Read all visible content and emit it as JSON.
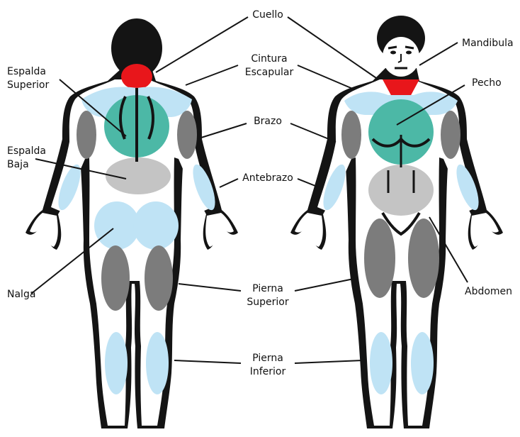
{
  "labels": {
    "cuello": "Cuello",
    "cintura": [
      "Cintura",
      "Escapular"
    ],
    "brazo": "Brazo",
    "antebrazo": "Antebrazo",
    "pierna_superior": [
      "Pierna",
      "Superior"
    ],
    "pierna_inferior": [
      "Pierna",
      "Inferior"
    ],
    "espalda_superior": [
      "Espalda",
      "Superior"
    ],
    "espalda_baja": [
      "Espalda",
      "Baja"
    ],
    "nalga": "Nalga",
    "mandibula": "Mandibula",
    "pecho": "Pecho",
    "abdomen": "Abdomen"
  },
  "colors": {
    "outline": "#141414",
    "skin": "#ffffff",
    "light_blue": "#bfe3f5",
    "teal": "#4cb8a6",
    "red": "#e8161b",
    "gray_dark": "#7c7c7c",
    "gray_light": "#c4c4c4"
  }
}
